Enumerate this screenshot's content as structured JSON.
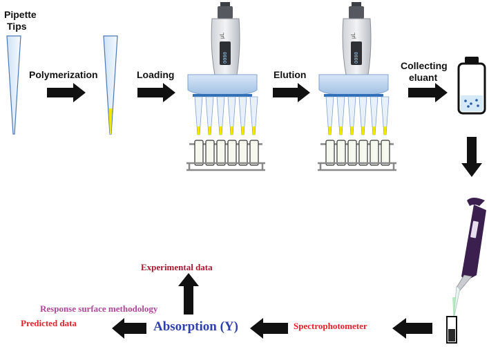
{
  "labels": {
    "pipette_tips": [
      "Pipette",
      "Tips"
    ],
    "polymerization": "Polymerization",
    "loading": "Loading",
    "elution": "Elution",
    "collecting_eluant": [
      "Collecting",
      "eluant"
    ],
    "experimental_data": "Experimental data",
    "response_surface": "Response surface methodology",
    "absorption": "Absorption (Y)",
    "predicted_data": "Predicted data",
    "spectrophotometer": "Spectrophotometer",
    "pipette_unit": "μL",
    "pipette_display": "0000"
  },
  "colors": {
    "experimental_data": "#a6192e",
    "response_surface": "#b0469b",
    "absorption": "#2e3fae",
    "predicted_data": "#e8202a",
    "spectrophotometer": "#e8202a",
    "polymer_yellow": "#f2e600",
    "tip_blue": "#5b89c8",
    "pipette_purple": "#3a1f4f"
  }
}
